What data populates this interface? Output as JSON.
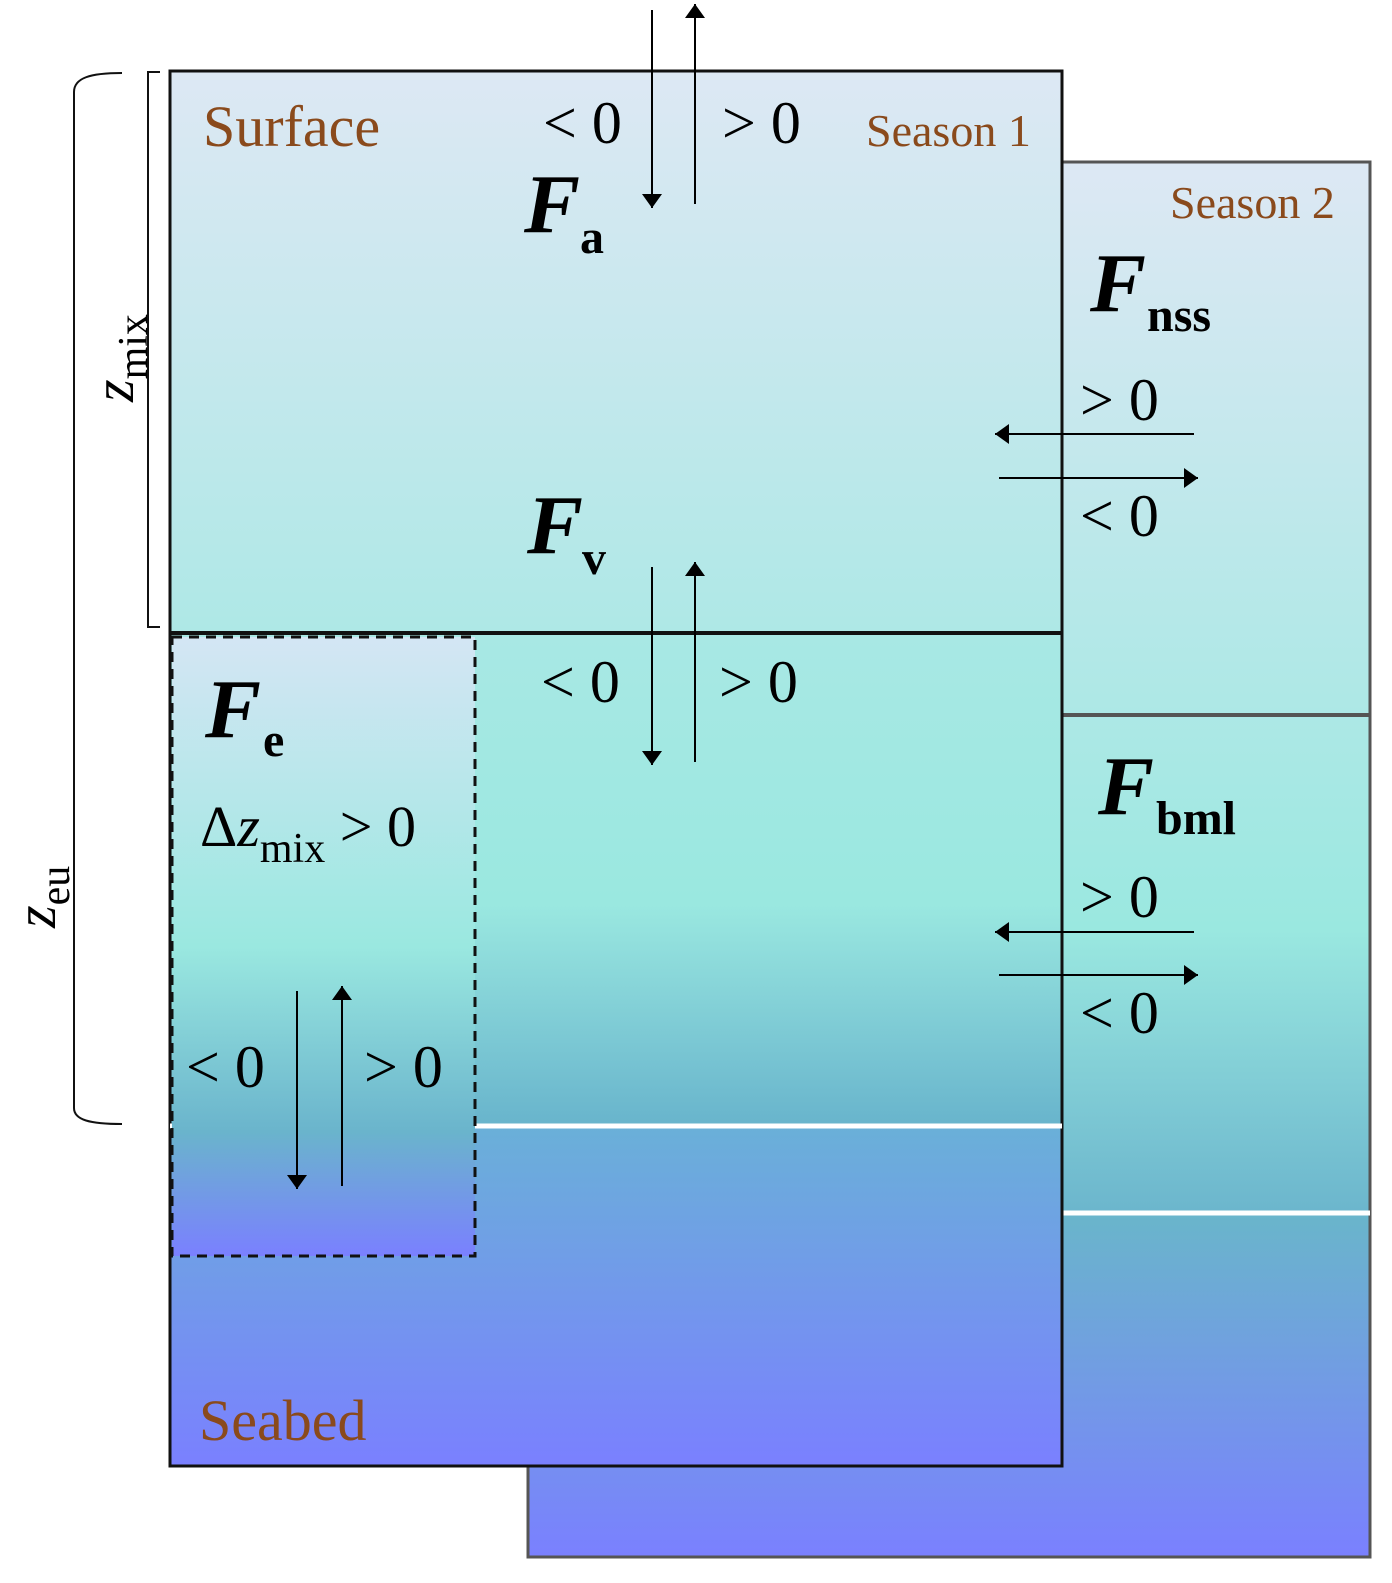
{
  "labels": {
    "surface": "Surface",
    "seabed": "Seabed",
    "season1": "Season 1",
    "season2": "Season 2",
    "z_mix_base": "z",
    "z_mix_sub": "mix",
    "z_eu_base": "z",
    "z_eu_sub": "eu"
  },
  "fluxes": {
    "fa": {
      "symbol": "F",
      "sub": "a"
    },
    "fv": {
      "symbol": "F",
      "sub": "v"
    },
    "fe": {
      "symbol": "F",
      "sub": "e"
    },
    "fnss": {
      "symbol": "F",
      "sub": "nss"
    },
    "fbml": {
      "symbol": "F",
      "sub": "bml"
    }
  },
  "signs": {
    "negative": "< 0",
    "positive": "> 0"
  },
  "delta_zmix": {
    "delta": "Δ",
    "z": "z",
    "sub": "mix",
    "condition": " > 0"
  },
  "colors": {
    "label_brown": "#8a4a1c",
    "water_top": "#dde8f4",
    "water_mid": "#9ae8e0",
    "water_deep": "#6ab4cc",
    "water_bottom": "#7a80ff",
    "season2_border": "#555555"
  }
}
